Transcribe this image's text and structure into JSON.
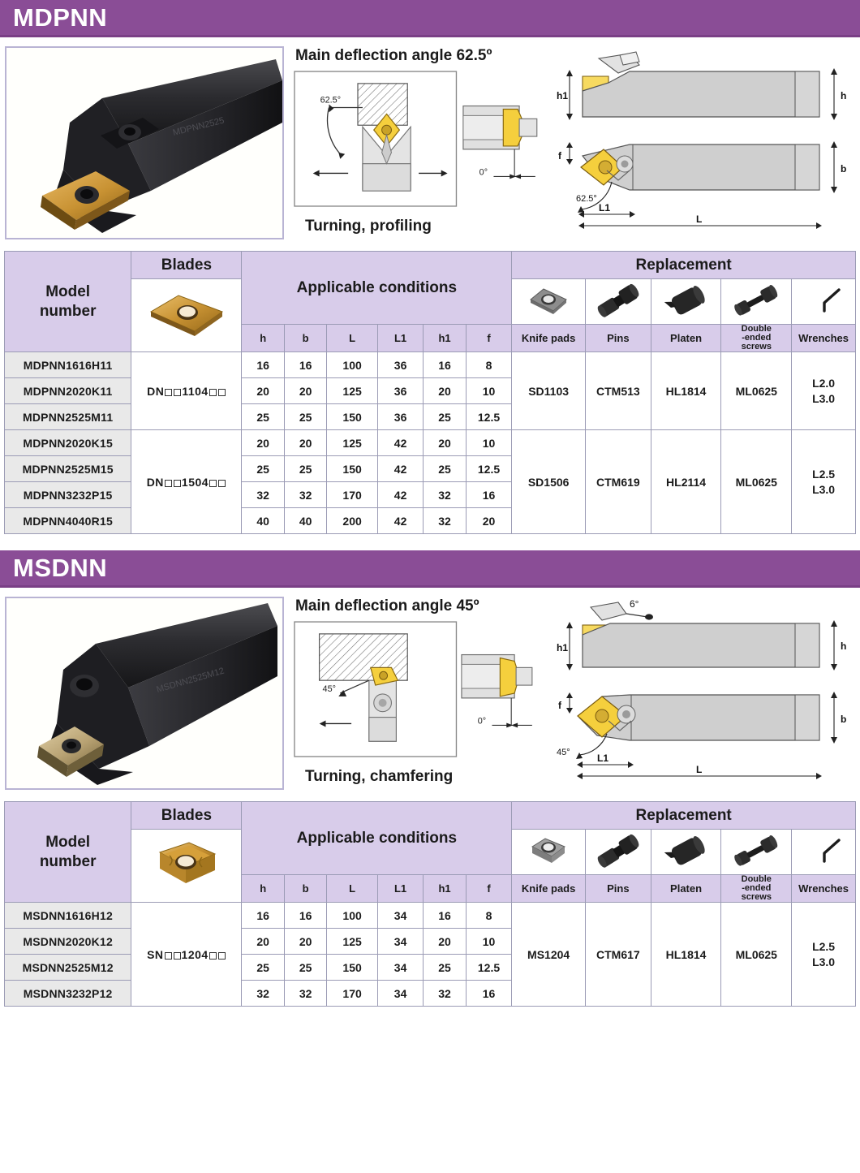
{
  "sections": [
    {
      "banner_title": "MDPNN",
      "angle_title": "Main deflection angle 62.5º",
      "angle_value": "62.5°",
      "secondary_angle": "0°",
      "caption": "Turning, profiling",
      "dim_labels": {
        "h": "h",
        "h1": "h1",
        "b": "b",
        "f": "f",
        "L": "L",
        "L1": "L1",
        "angle": "62.5°",
        "top_angle": ""
      },
      "table": {
        "headers": {
          "model": "Model\nnumber",
          "model_line1": "Model",
          "model_line2": "number",
          "blades": "Blades",
          "applicable": "Applicable conditions",
          "replacement": "Replacement",
          "dims": [
            "h",
            "b",
            "L",
            "L1",
            "h1",
            "f"
          ],
          "parts": [
            "Knife pads",
            "Pins",
            "Platen",
            "Double\n-ended\nscrews",
            "Wrenches"
          ],
          "parts_flat": [
            "Knife pads",
            "Pins",
            "Platen",
            "Double -ended screws",
            "Wrenches"
          ],
          "double_ended_l1": "Double",
          "double_ended_l2": "-ended",
          "double_ended_l3": "screws"
        },
        "groups": [
          {
            "blade_code_prefix": "DN",
            "blade_code_mid": "1104",
            "knife_pads": "SD1103",
            "pins": "CTM513",
            "platen": "HL1814",
            "screws": "ML0625",
            "wrenches_l1": "L2.0",
            "wrenches_l2": "L3.0",
            "rows": [
              {
                "model": "MDPNN1616H11",
                "h": "16",
                "b": "16",
                "L": "100",
                "L1": "36",
                "h1": "16",
                "f": "8"
              },
              {
                "model": "MDPNN2020K11",
                "h": "20",
                "b": "20",
                "L": "125",
                "L1": "36",
                "h1": "20",
                "f": "10"
              },
              {
                "model": "MDPNN2525M11",
                "h": "25",
                "b": "25",
                "L": "150",
                "L1": "36",
                "h1": "25",
                "f": "12.5"
              }
            ]
          },
          {
            "blade_code_prefix": "DN",
            "blade_code_mid": "1504",
            "knife_pads": "SD1506",
            "pins": "CTM619",
            "platen": "HL2114",
            "screws": "ML0625",
            "wrenches_l1": "L2.5",
            "wrenches_l2": "L3.0",
            "rows": [
              {
                "model": "MDPNN2020K15",
                "h": "20",
                "b": "20",
                "L": "125",
                "L1": "42",
                "h1": "20",
                "f": "10"
              },
              {
                "model": "MDPNN2525M15",
                "h": "25",
                "b": "25",
                "L": "150",
                "L1": "42",
                "h1": "25",
                "f": "12.5"
              },
              {
                "model": "MDPNN3232P15",
                "h": "32",
                "b": "32",
                "L": "170",
                "L1": "42",
                "h1": "32",
                "f": "16"
              },
              {
                "model": "MDPNN4040R15",
                "h": "40",
                "b": "40",
                "L": "200",
                "L1": "42",
                "h1": "32",
                "f": "20"
              }
            ]
          }
        ]
      }
    },
    {
      "banner_title": "MSDNN",
      "angle_title": "Main deflection angle 45º",
      "angle_value": "45°",
      "secondary_angle": "0°",
      "caption": "Turning, chamfering",
      "dim_labels": {
        "h": "h",
        "h1": "h1",
        "b": "b",
        "f": "f",
        "L": "L",
        "L1": "L1",
        "angle": "45°",
        "top_angle": "6°"
      },
      "table": {
        "headers": {
          "model_line1": "Model",
          "model_line2": "number",
          "blades": "Blades",
          "applicable": "Applicable conditions",
          "replacement": "Replacement",
          "dims": [
            "h",
            "b",
            "L",
            "L1",
            "h1",
            "f"
          ],
          "parts_flat": [
            "Knife pads",
            "Pins",
            "Platen",
            "Double -ended screws",
            "Wrenches"
          ],
          "double_ended_l1": "Double",
          "double_ended_l2": "-ended",
          "double_ended_l3": "screws"
        },
        "groups": [
          {
            "blade_code_prefix": "SN",
            "blade_code_mid": "1204",
            "knife_pads": "MS1204",
            "pins": "CTM617",
            "platen": "HL1814",
            "screws": "ML0625",
            "wrenches_l1": "L2.5",
            "wrenches_l2": "L3.0",
            "rows": [
              {
                "model": "MSDNN1616H12",
                "h": "16",
                "b": "16",
                "L": "100",
                "L1": "34",
                "h1": "16",
                "f": "8"
              },
              {
                "model": "MSDNN2020K12",
                "h": "20",
                "b": "20",
                "L": "125",
                "L1": "34",
                "h1": "20",
                "f": "10"
              },
              {
                "model": "MSDNN2525M12",
                "h": "25",
                "b": "25",
                "L": "150",
                "L1": "34",
                "h1": "25",
                "f": "12.5"
              },
              {
                "model": "MSDNN3232P12",
                "h": "32",
                "b": "32",
                "L": "170",
                "L1": "34",
                "h1": "32",
                "f": "16"
              }
            ]
          }
        ]
      }
    }
  ],
  "colors": {
    "banner_purple": "#8a4d96",
    "header_lavender": "#d8ccea",
    "model_gray": "#e9e9e9",
    "insert_gold": "#d9a441",
    "frame_border": "#b9b4d4"
  }
}
